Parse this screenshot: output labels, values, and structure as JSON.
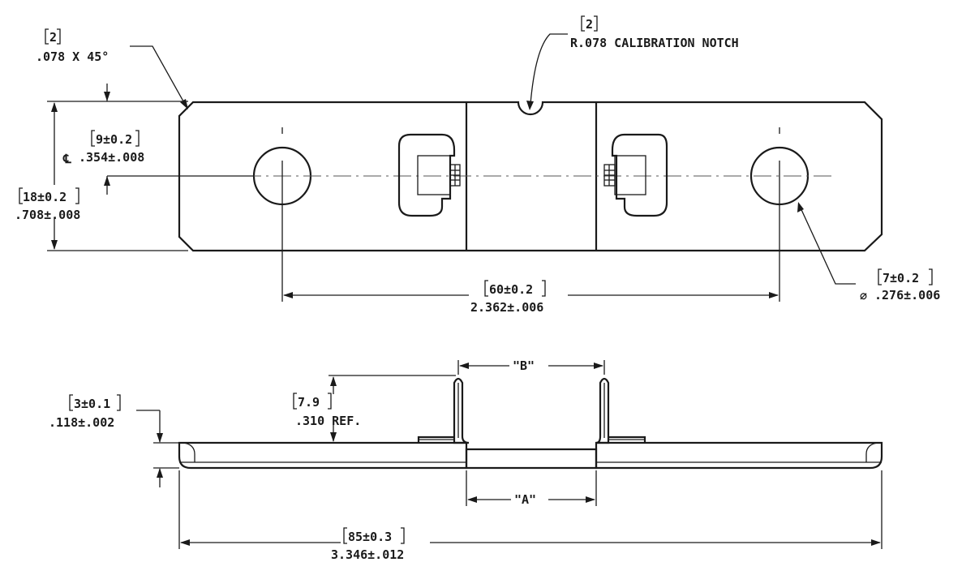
{
  "top_view": {
    "chamfer": {
      "metric": "2",
      "imperial": ".078 X 45°"
    },
    "notch": {
      "metric": "2",
      "imperial": "R.078 CALIBRATION NOTCH"
    },
    "centerline": {
      "metric": "9±0.2",
      "symbol": "℄",
      "imperial": ".354±.008"
    },
    "width": {
      "metric": "18±0.2",
      "imperial": ".708±.008"
    },
    "hole_diameter": {
      "metric": "7±0.2",
      "symbol": "∅",
      "imperial": ".276±.006"
    },
    "hole_spacing": {
      "metric": "60±0.2",
      "imperial": "2.362±.006"
    }
  },
  "side_view": {
    "thickness": {
      "metric": "3±0.1",
      "imperial": ".118±.002"
    },
    "terminal_height": {
      "metric": "7.9",
      "imperial": ".310 REF."
    },
    "dim_b": "\"B\"",
    "dim_a": "\"A\"",
    "length": {
      "metric": "85±0.3",
      "imperial": "3.346±.012"
    }
  },
  "colors": {
    "ink": "#1a1a1a",
    "paper": "#ffffff"
  }
}
